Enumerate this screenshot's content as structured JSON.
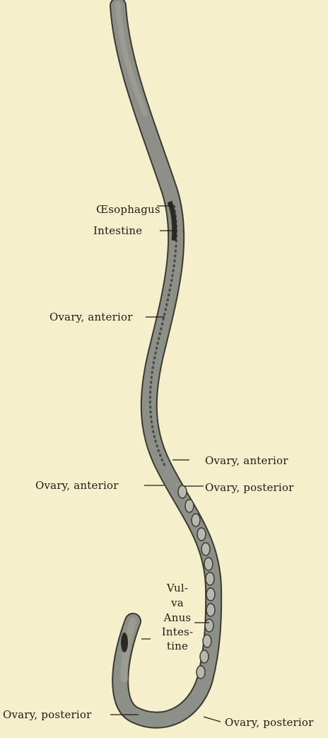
{
  "colors": {
    "background": "#f6efcc",
    "body_fill": "#8d9088",
    "body_outline": "#3a3a32",
    "egg_fill": "#b7b9ae",
    "text": "#1d1a12"
  },
  "labels": {
    "esophagus": "Œsophagus",
    "intestine_anterior": "Intestine",
    "ovary_anterior_1": "Ovary, anterior",
    "ovary_anterior_2": "Ovary, anterior",
    "ovary_anterior_3": "Ovary, anterior",
    "ovary_posterior_1": "Ovary, posterior",
    "vulva_line1": "Vul-",
    "vulva_line2": "va",
    "anus": "Anus",
    "intestine_posterior_line1": "Intes-",
    "intestine_posterior_line2": "tine",
    "ovary_posterior_2": "Ovary, posterior",
    "ovary_posterior_3": "Ovary, posterior"
  }
}
